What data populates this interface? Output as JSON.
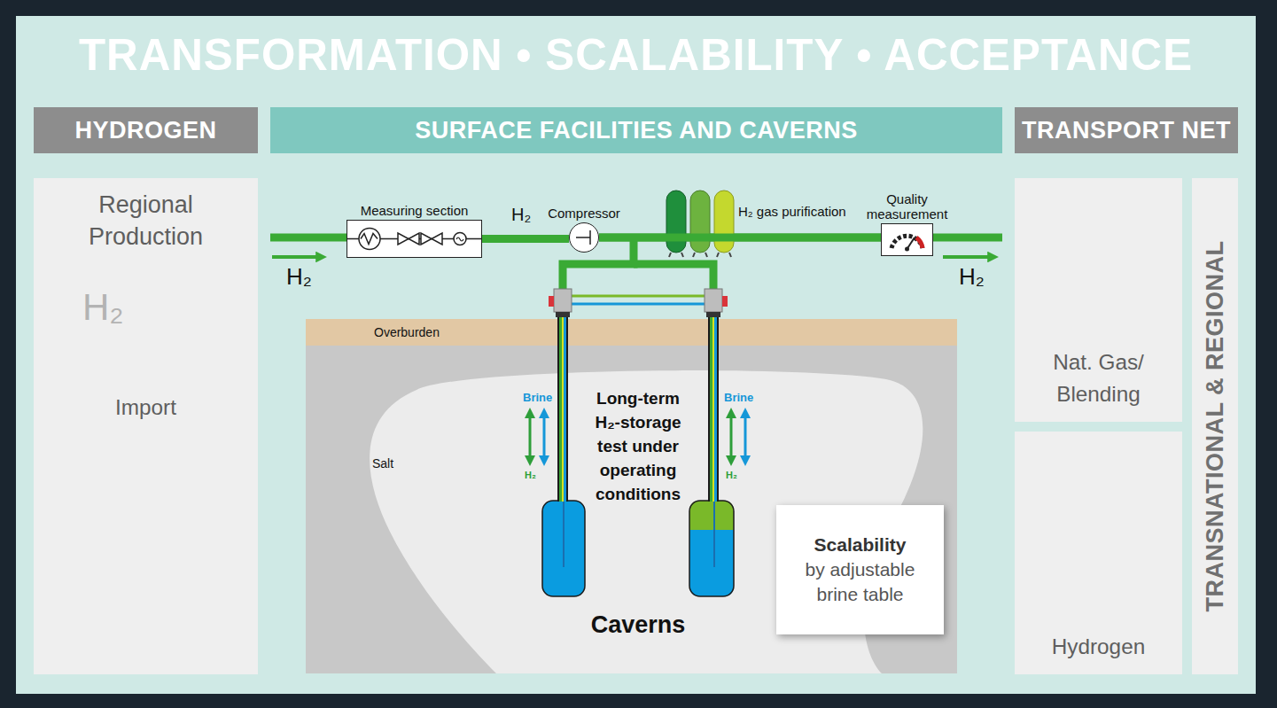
{
  "diagram": {
    "title": "TRANSFORMATION • SCALABILITY • ACCEPTANCE",
    "nodes": [
      {
        "text": [
          "HYDROGEN"
        ]
      },
      {
        "text": [
          "Regional Production",
          "Import"
        ]
      },
      {
        "text": [
          "SURFACE FACILITIES AND CAVERNS"
        ]
      },
      {
        "text": [
          "Measuring section"
        ]
      },
      {
        "text": [
          "Compressor"
        ]
      },
      {
        "text": [
          "Quality measurement"
        ]
      },
      {
        "text": [
          "Scalability",
          "by adjustable brine table"
        ]
      },
      {
        "text": [
          "TRANSPORT NET"
        ]
      },
      {
        "text": [
          "Nat. Gas/ Blending"
        ]
      },
      {
        "text": [
          "Hydrogen"
        ]
      },
      {
        "text": [
          "TRANSNATIONAL & REGIONAL"
        ]
      }
    ],
    "edges": [
      {
        "from": 3,
        "to": 4,
        "arrow": "none"
      },
      {
        "from": 4,
        "to": 5,
        "arrow": "none"
      }
    ],
    "labels": [
      "H₂",
      "H₂",
      "H₂",
      "H₂",
      "H₂ gas purification",
      "Overburden",
      "Salt",
      "Brine",
      "H₂",
      "Brine",
      "H₂",
      "Long-term H₂-storage test under operating conditions",
      "Caverns"
    ]
  }
}
